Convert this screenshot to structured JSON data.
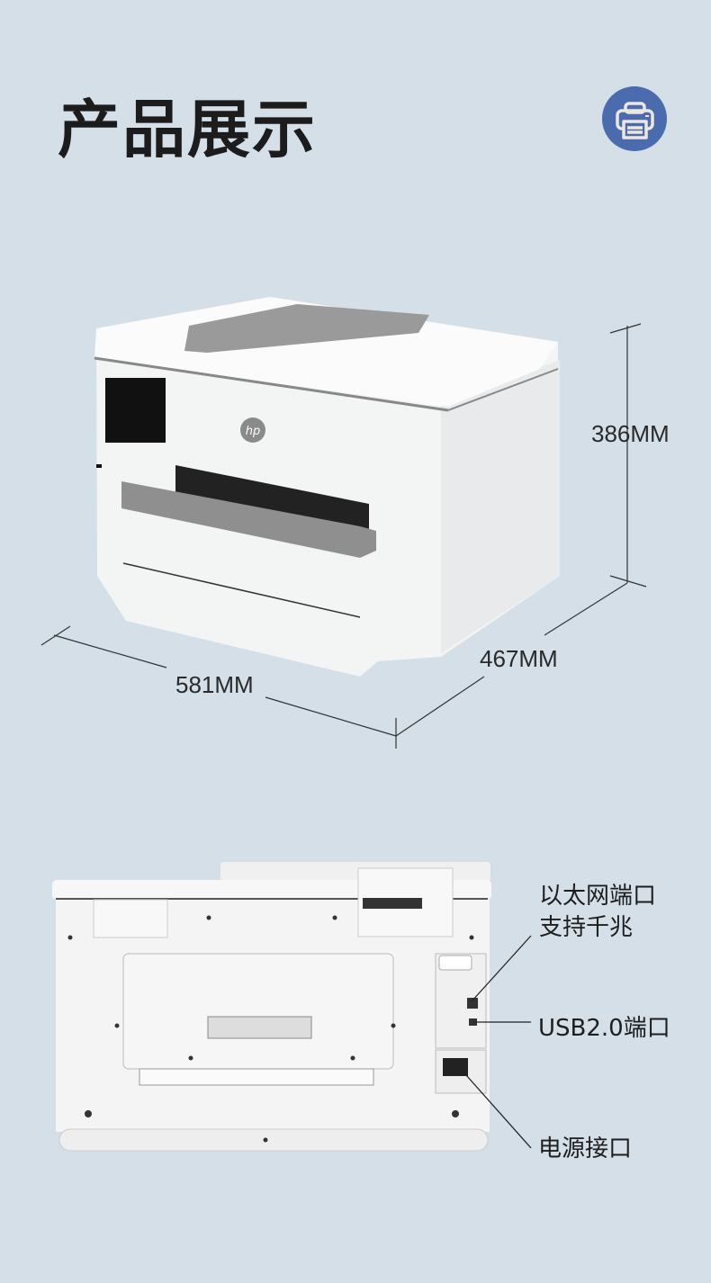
{
  "title": "产品展示",
  "icon": "printer-icon",
  "dimensions": {
    "height": "386MM",
    "depth": "467MM",
    "width": "581MM"
  },
  "ports": {
    "ethernet_line1": "以太网端口",
    "ethernet_line2": "支持千兆",
    "usb": "USB2.0端口",
    "power": "电源接口"
  },
  "brand": "hp",
  "colors": {
    "background": "#d4dfe8",
    "accent": "#4a6cae"
  }
}
